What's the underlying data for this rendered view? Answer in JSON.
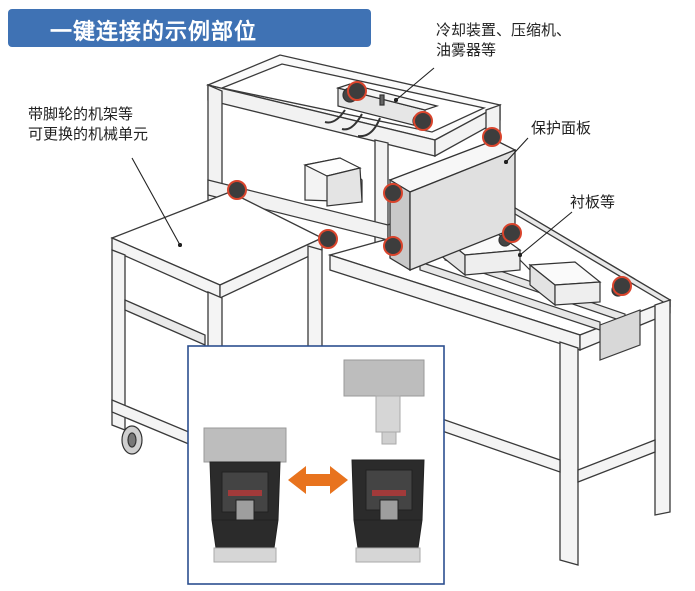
{
  "header": {
    "title": "一键连接的示例部位"
  },
  "callouts": {
    "cooling": [
      "冷却装置、压缩机、",
      "油雾器等"
    ],
    "caster_frame": [
      "带脚轮的机架等",
      "可更换的机械单元"
    ],
    "cover": "保护面板",
    "liner": "衬板等"
  },
  "colors": {
    "title_bg": "#3f72b4",
    "title_text": "#ffffff",
    "frame_stroke": "#3a3a3a",
    "highlight_ring": "#d9442c",
    "arrow": "#e8731e",
    "inset_border": "#2c4f8f"
  },
  "icons": [
    "double-arrow-icon",
    "highlight-ring-icon"
  ]
}
